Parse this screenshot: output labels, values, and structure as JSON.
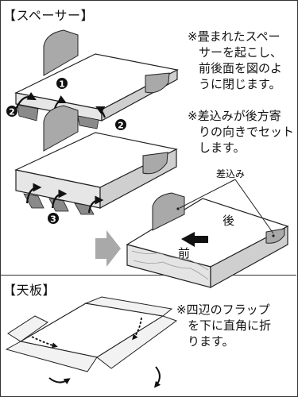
{
  "spacer_section": {
    "heading": "【スペーサー】",
    "note1": [
      "※畳まれたスペー",
      "サーを起こし、",
      "前後面を図のよ",
      "うに閉じます。"
    ],
    "note2": [
      "※差込みが後方寄",
      "りの向きでセット",
      "します。"
    ],
    "step_marks": {
      "step1": "1",
      "step2a": "2",
      "step2b": "2",
      "step3": "3"
    },
    "tab_label": "差込み",
    "back_label": "後",
    "front_label": "前"
  },
  "top_panel_section": {
    "heading": "【天板】",
    "note": [
      "※四辺のフラップ",
      "を下に直角に折",
      "ります。"
    ]
  }
}
